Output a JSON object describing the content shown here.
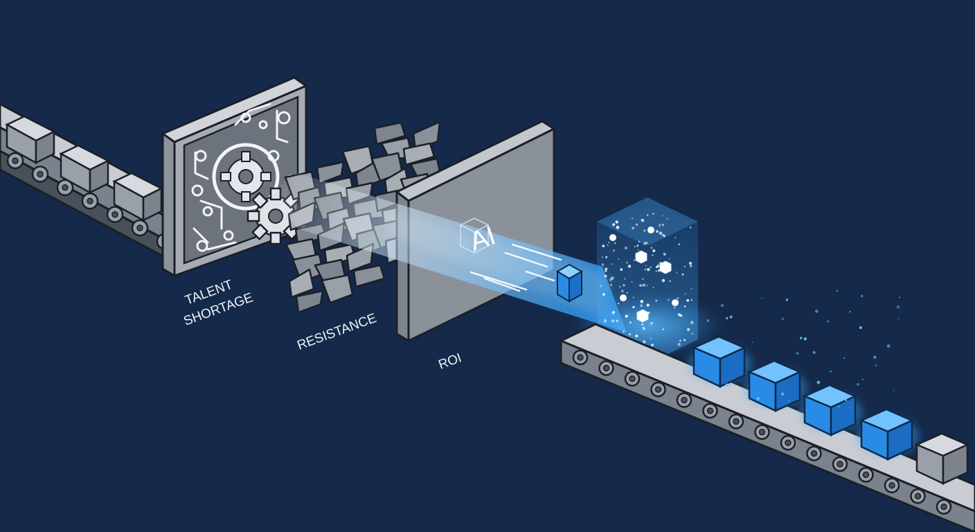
{
  "labels": {
    "talent_1": "TALENT",
    "talent_2": "SHORTAGE",
    "resistance": "RESISTANCE",
    "roi": "ROI",
    "ai": "AI"
  },
  "colors": {
    "background": "#15294a",
    "metal_light": "#b9bec6",
    "metal_dark": "#6b727d",
    "outline": "#1b1f27",
    "glow": "#3aa8ff",
    "cube_blue": "#2a8be6"
  },
  "icons": [
    "gear-icon",
    "circuit-icon",
    "stone-wall-icon",
    "ai-beam-icon",
    "processing-cube-icon"
  ]
}
